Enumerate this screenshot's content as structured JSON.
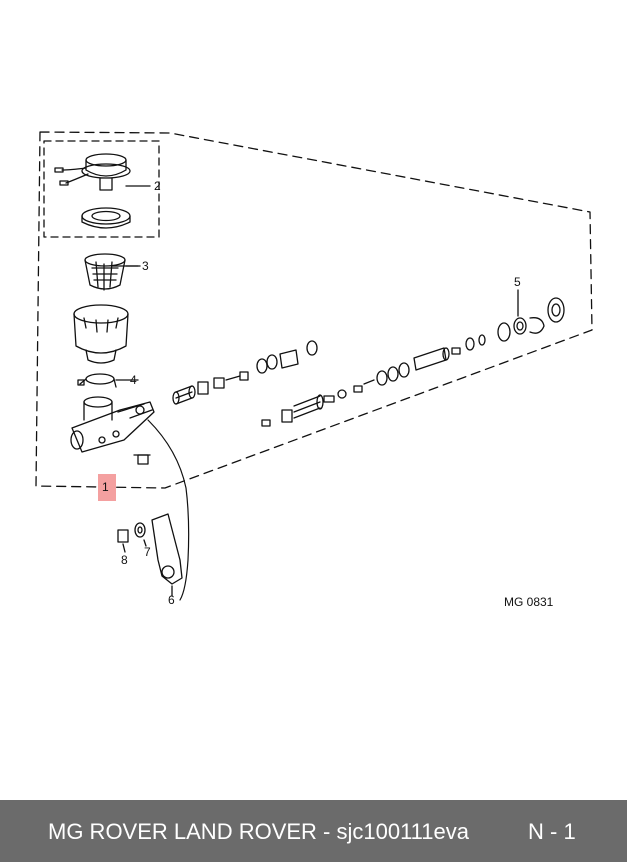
{
  "diagram": {
    "callouts": {
      "c1": "1",
      "c2": "2",
      "c3": "3",
      "c4": "4",
      "c5": "5",
      "c6": "6",
      "c7": "7",
      "c8": "8"
    },
    "code": "MG 0831",
    "highlight_color": "#f4a0a0"
  },
  "footer": {
    "title": "MG ROVER LAND ROVER - sjc100111eva",
    "page": "N - 1",
    "bg_color": "#6b6b6b"
  }
}
